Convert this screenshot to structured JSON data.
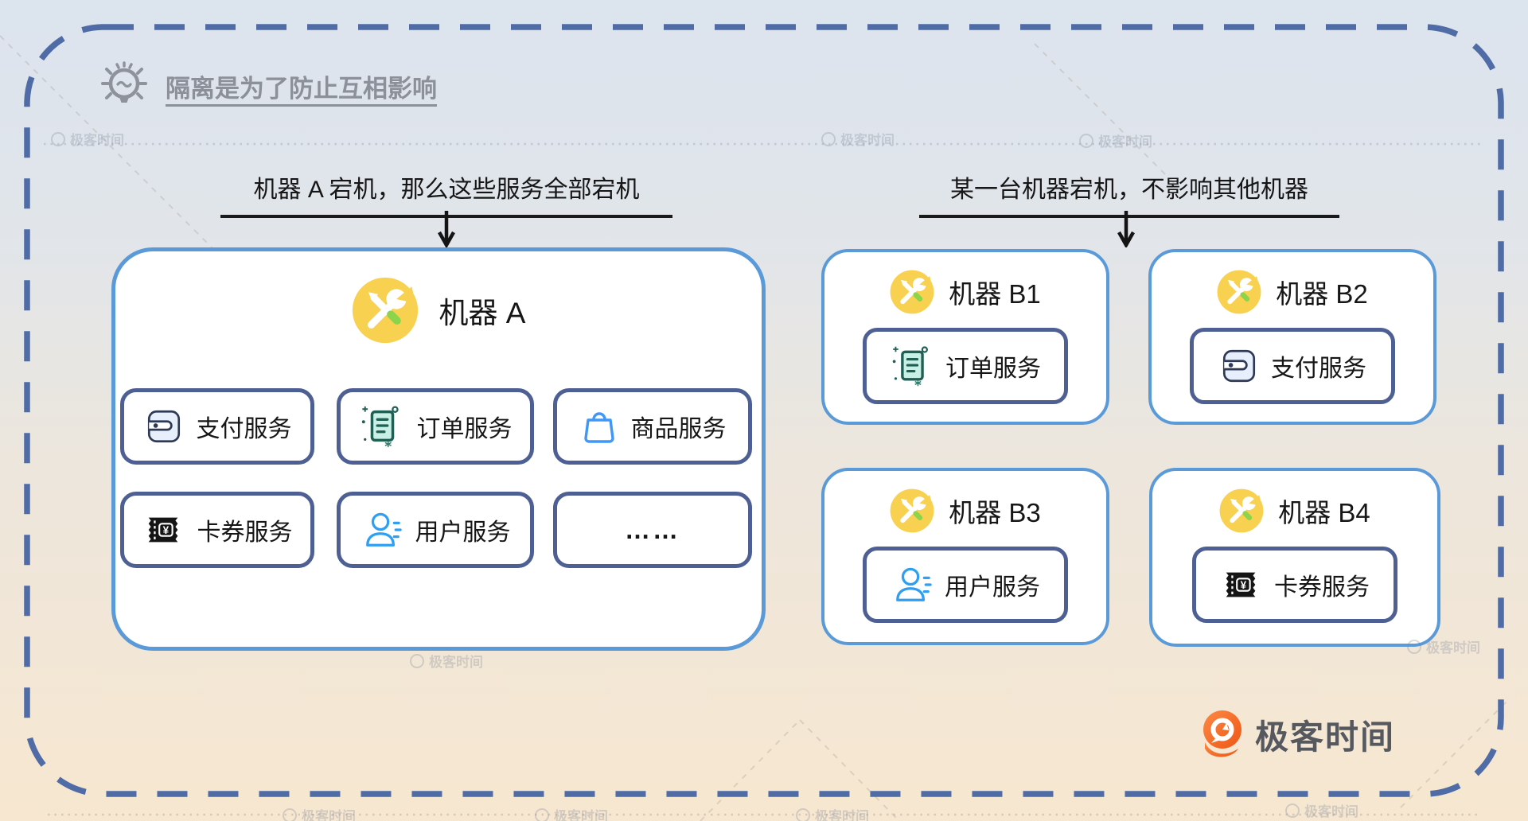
{
  "title": {
    "text": "隔离是为了防止互相影响"
  },
  "left_section": {
    "caption": "机器 A 宕机，那么这些服务全部宕机",
    "machine": {
      "name": "机器 A",
      "services": [
        {
          "label": "支付服务",
          "icon": "wallet-icon"
        },
        {
          "label": "订单服务",
          "icon": "order-clipboard-icon"
        },
        {
          "label": "商品服务",
          "icon": "shopping-bag-icon"
        },
        {
          "label": "卡券服务",
          "icon": "coupon-icon"
        },
        {
          "label": "用户服务",
          "icon": "user-icon"
        },
        {
          "label": "……",
          "icon": ""
        }
      ]
    }
  },
  "right_section": {
    "caption": "某一台机器宕机，不影响其他机器",
    "machines": [
      {
        "name": "机器 B1",
        "service": {
          "label": "订单服务",
          "icon": "order-clipboard-icon"
        }
      },
      {
        "name": "机器 B2",
        "service": {
          "label": "支付服务",
          "icon": "wallet-icon"
        }
      },
      {
        "name": "机器 B3",
        "service": {
          "label": "用户服务",
          "icon": "user-icon"
        }
      },
      {
        "name": "机器 B4",
        "service": {
          "label": "卡券服务",
          "icon": "coupon-icon"
        }
      }
    ]
  },
  "brand": {
    "logo_text": "极客时间"
  },
  "watermark": {
    "text": "极客时间"
  },
  "icons": {
    "machine_badge": "wrench-tool-icon",
    "bulb": "lightbulb-icon",
    "logo": "geektime-logo-icon",
    "arrow": "down-arrow-icon",
    "coupon_currency": "¥"
  },
  "colors": {
    "canvas_top": "#DCE4EE",
    "canvas_bottom": "#F7E7D0",
    "dashed_border": "#4F6CA6",
    "machine_box_border": "#5B9AD8",
    "service_box_border": "#4E5F94",
    "tool_badge_yellow": "#F8D150",
    "text_dark": "#161616",
    "title_gray": "#8B9099",
    "logo_orange": "#EE5615"
  }
}
